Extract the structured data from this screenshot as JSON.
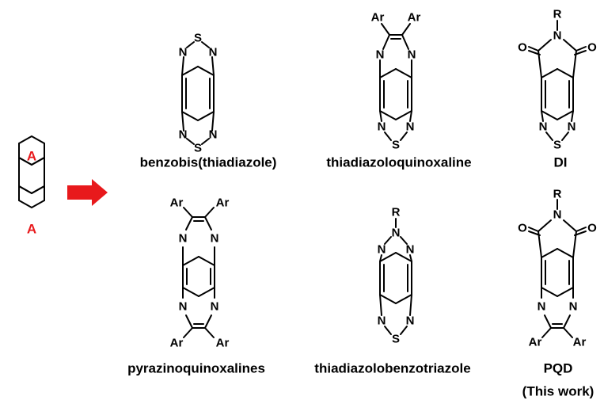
{
  "atoms": {
    "N": "N",
    "S": "S",
    "O": "O",
    "R": "R",
    "Ar": "Ar"
  },
  "scaffold": {
    "ring_label": "A"
  },
  "colors": {
    "arrow": "#e8191c",
    "ring_label": "#e8191c",
    "bond": "#000000"
  },
  "captions": {
    "benzobis": "benzobis(thiadiazole)",
    "tq": "thiadiazoloquinoxaline",
    "di": "DI",
    "pq": "pyrazinoquinoxalines",
    "tbt": "thiadiazolobenzotriazole",
    "pqd": "PQD",
    "pqd_note": "(This work)"
  }
}
